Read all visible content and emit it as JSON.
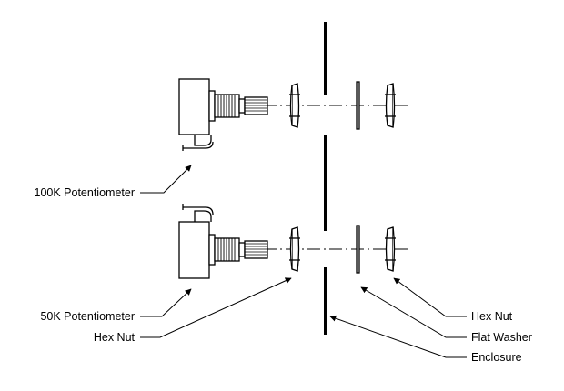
{
  "labels": {
    "pot_100k": "100K Potentiometer",
    "pot_50k": "50K Potentiometer",
    "hex_nut_left": "Hex Nut",
    "hex_nut_right": "Hex Nut",
    "flat_washer": "Flat Washer",
    "enclosure": "Enclosure"
  },
  "colors": {
    "line": "#000000",
    "fill": "#ffffff"
  }
}
